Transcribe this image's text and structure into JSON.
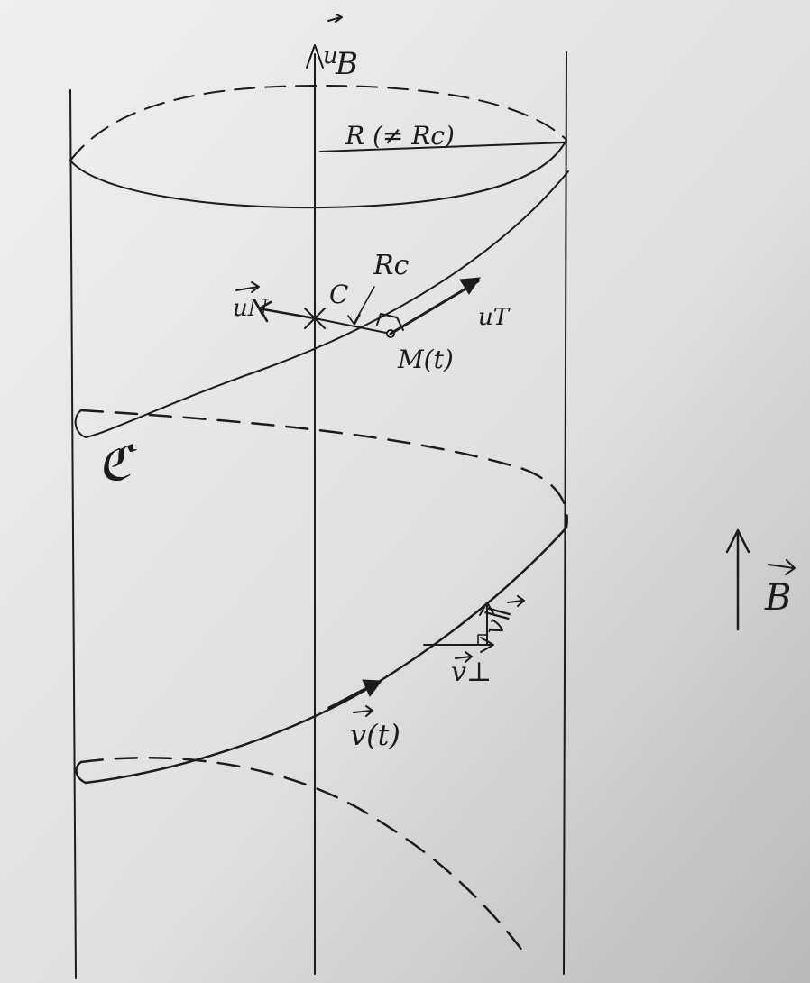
{
  "labels": {
    "axis_vector": "→",
    "axis_unit": "u",
    "axis_sub": "B",
    "radius": "R (≠ Rc)",
    "center": "C",
    "curvature_radius": "Rc",
    "tangent_unit": "uT",
    "normal_unit": "uN",
    "point": "M(t)",
    "curve_name": "ℭ",
    "velocity": "v(t)",
    "v_parallel": "v∥",
    "v_perp": "v⊥",
    "field": "B"
  },
  "colors": {
    "ink": "#1c1c1c",
    "paper_light": "#ececec",
    "paper_dark": "#bdbdbd"
  }
}
